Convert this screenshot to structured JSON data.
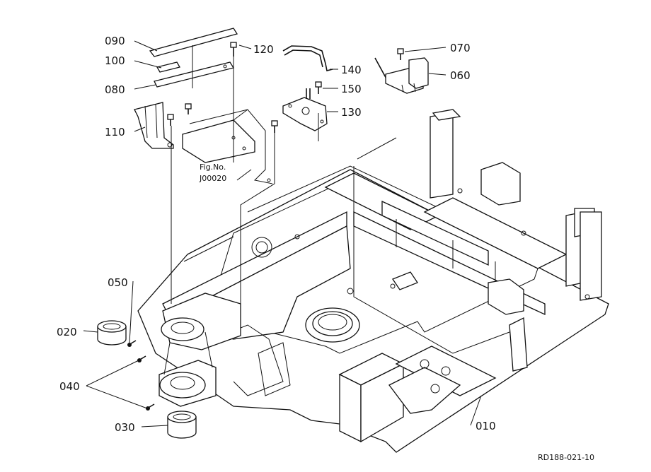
{
  "labels": {
    "p010": "010",
    "p020": "020",
    "p030": "030",
    "p040": "040",
    "p050": "050",
    "p060": "060",
    "p070": "070",
    "p080": "080",
    "p090": "090",
    "p100": "100",
    "p110": "110",
    "p120": "120",
    "p130": "130",
    "p140": "140",
    "p150": "150"
  },
  "fig_ref": {
    "line1": "Fig.No.",
    "line2": "J00020"
  },
  "drawing_code": "RD188-021-10"
}
